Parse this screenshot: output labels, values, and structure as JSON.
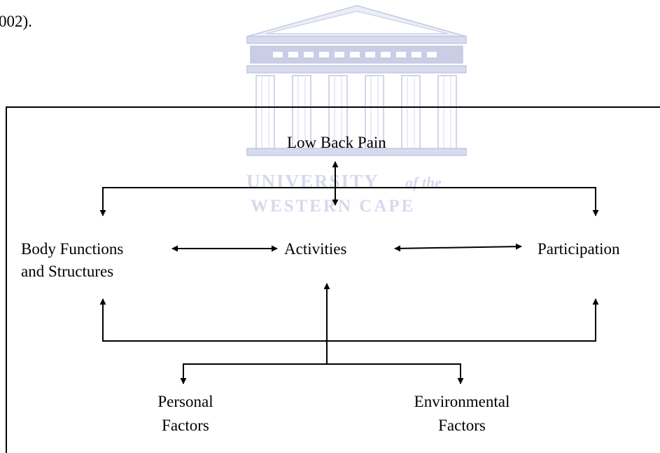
{
  "header_text": "002).",
  "watermark": {
    "line1": "UNIVERSITY",
    "line1_suffix": "of the",
    "line2": "WESTERN CAPE",
    "color": "#d5d9ec"
  },
  "diagram": {
    "top": "Low Back Pain",
    "left": [
      "Body Functions",
      "and Structures"
    ],
    "center": "Activities",
    "right": "Participation",
    "bottom_left": [
      "Personal",
      "Factors"
    ],
    "bottom_right": [
      "Environmental",
      "Factors"
    ]
  }
}
